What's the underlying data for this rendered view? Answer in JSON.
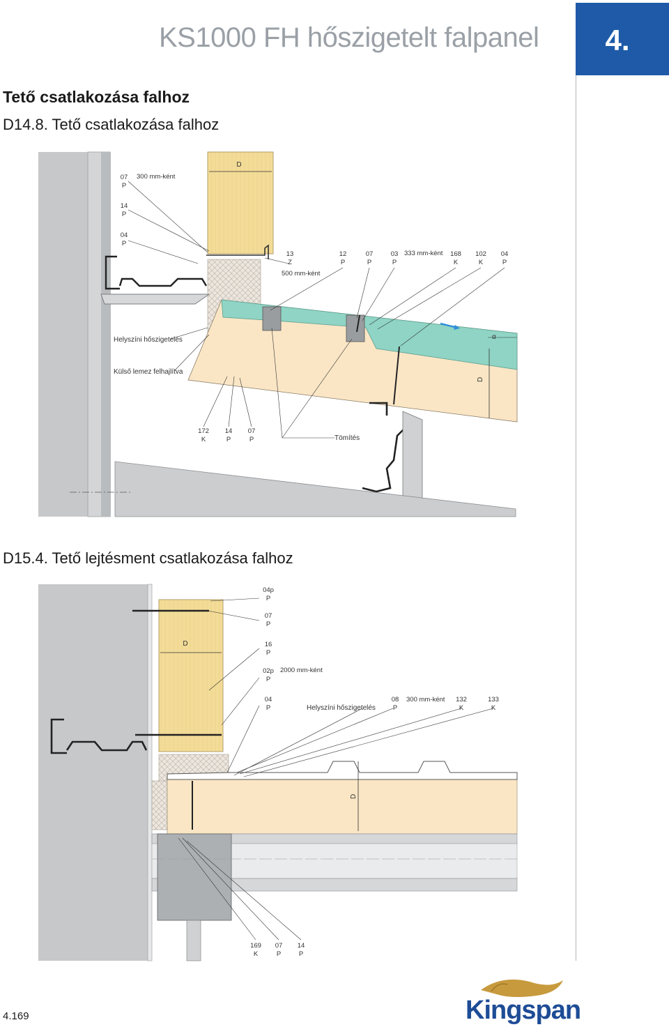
{
  "header": {
    "title": "KS1000 FH hőszigetelt falpanel",
    "chapter": "4."
  },
  "section": {
    "title": "Tető csatlakozása falhoz"
  },
  "detail1": {
    "title": "D14.8. Tető csatlakozása falhoz",
    "labels": {
      "l07a": [
        "07",
        "P"
      ],
      "spacing300": "300 mm-ként",
      "l14": [
        "14",
        "P"
      ],
      "l04": [
        "04",
        "P"
      ],
      "dim_d_top": "D",
      "l13": [
        "13",
        "Z"
      ],
      "spacing500": "500 mm-ként",
      "l12": [
        "12",
        "P"
      ],
      "l07b": [
        "07",
        "P"
      ],
      "l03": [
        "03",
        "P"
      ],
      "spacing333": "333 mm-ként",
      "l168": [
        "168",
        "K"
      ],
      "l102": [
        "102",
        "K"
      ],
      "l04b": [
        "04",
        "P"
      ],
      "site_insulation": "Helyszíni hőszigetelés",
      "alpha": "α",
      "outer_sheet": "Külső lemez felhajlítva",
      "dim_d_side": "D",
      "l172": [
        "172",
        "K"
      ],
      "l14b": [
        "14",
        "P"
      ],
      "l07c": [
        "07",
        "P"
      ],
      "sealing": "Tömítés"
    }
  },
  "detail2": {
    "title": "D15.4. Tető lejtésment csatlakozása falhoz",
    "labels": {
      "l04p": [
        "04p",
        "P"
      ],
      "l07": [
        "07",
        "P"
      ],
      "dim_d": "D",
      "l16": [
        "16",
        "P"
      ],
      "l02p": [
        "02p",
        "P"
      ],
      "spacing2000": "2000 mm-ként",
      "l04": [
        "04",
        "P"
      ],
      "site_insulation": "Helyszíni hőszigetelés",
      "l08": [
        "08",
        "P"
      ],
      "spacing300": "300 mm-ként",
      "l132": [
        "132",
        "K"
      ],
      "l133": [
        "133",
        "K"
      ],
      "dim_d_side": "D",
      "l169": [
        "169",
        "K"
      ],
      "l07b": [
        "07",
        "P"
      ],
      "l14": [
        "14",
        "P"
      ]
    }
  },
  "footer": {
    "page": "4.169",
    "brand": "Kingspan"
  },
  "colors": {
    "accent": "#1e5aa8",
    "panel_core": "#f5dfa0",
    "roof_core": "#f9e7c8",
    "roof_top": "#7fcfbf",
    "wall_grey": "#c4c6c8",
    "insulation": "#e9e3dc"
  }
}
